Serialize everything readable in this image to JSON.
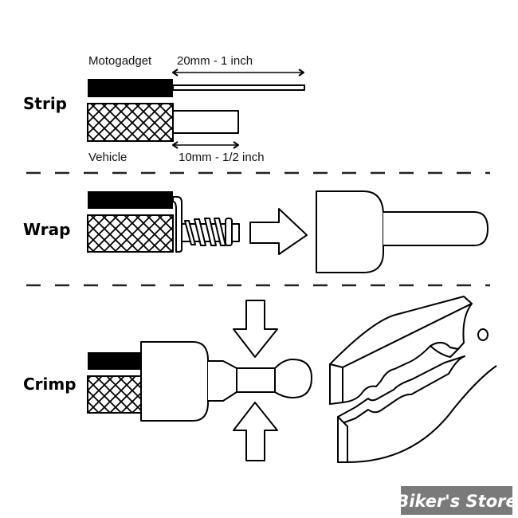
{
  "steps": [
    {
      "label": "Strip",
      "top_wire_label": "Motogadget",
      "top_measure": "20mm - 1 inch",
      "bottom_wire_label": "Vehicle",
      "bottom_measure": "10mm - 1/2 inch"
    },
    {
      "label": "Wrap"
    },
    {
      "label": "Crimp"
    }
  ],
  "watermark": {
    "text": "Biker's Store",
    "background": "#7a7a7a",
    "color": "#ffffff"
  },
  "colors": {
    "ink": "#000000",
    "background": "#ffffff",
    "divider": "#222222"
  }
}
